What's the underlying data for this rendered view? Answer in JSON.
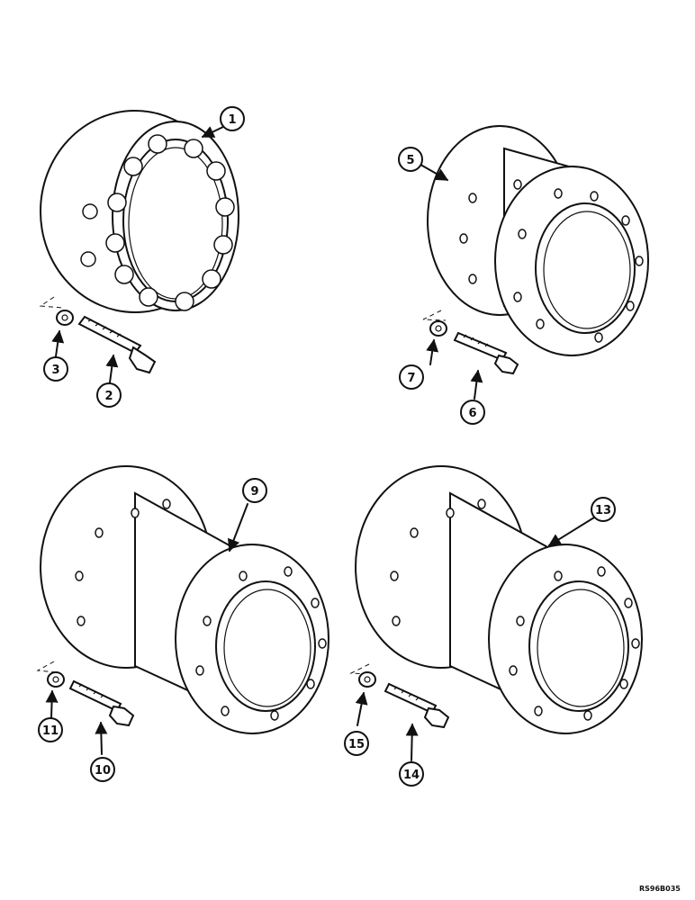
{
  "callouts": {
    "c1": "1",
    "c2": "2",
    "c3": "3",
    "c5": "5",
    "c6": "6",
    "c7": "7",
    "c9": "9",
    "c10": "10",
    "c11": "11",
    "c13": "13",
    "c14": "14",
    "c15": "15"
  },
  "reference_code": "RS96B035"
}
